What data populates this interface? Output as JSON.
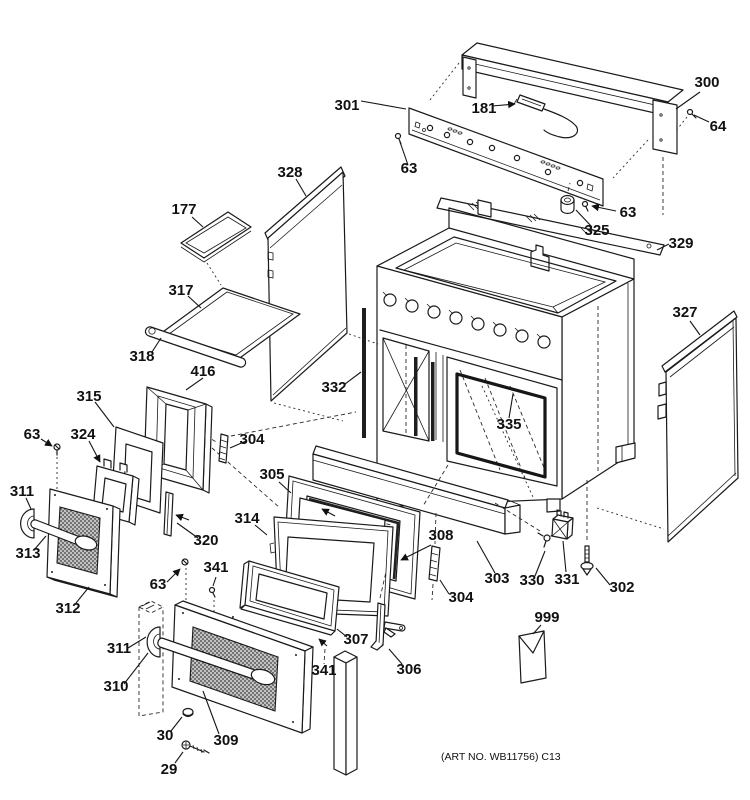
{
  "footer": {
    "text": "(ART NO. WB11756) C13"
  },
  "diagram": {
    "labels": [
      {
        "id": "300",
        "text": "300"
      },
      {
        "id": "301",
        "text": "301"
      },
      {
        "id": "181",
        "text": "181"
      },
      {
        "id": "64",
        "text": "64"
      },
      {
        "id": "63a",
        "text": "63"
      },
      {
        "id": "328",
        "text": "328"
      },
      {
        "id": "177",
        "text": "177"
      },
      {
        "id": "63b",
        "text": "63"
      },
      {
        "id": "325",
        "text": "325"
      },
      {
        "id": "329",
        "text": "329"
      },
      {
        "id": "317",
        "text": "317"
      },
      {
        "id": "318",
        "text": "318"
      },
      {
        "id": "416",
        "text": "416"
      },
      {
        "id": "332",
        "text": "332"
      },
      {
        "id": "315",
        "text": "315"
      },
      {
        "id": "335",
        "text": "335"
      },
      {
        "id": "63c",
        "text": "63"
      },
      {
        "id": "324",
        "text": "324"
      },
      {
        "id": "304a",
        "text": "304"
      },
      {
        "id": "305",
        "text": "305"
      },
      {
        "id": "311a",
        "text": "311"
      },
      {
        "id": "314",
        "text": "314"
      },
      {
        "id": "308",
        "text": "308"
      },
      {
        "id": "320",
        "text": "320"
      },
      {
        "id": "313",
        "text": "313"
      },
      {
        "id": "341a",
        "text": "341"
      },
      {
        "id": "303",
        "text": "303"
      },
      {
        "id": "330",
        "text": "330"
      },
      {
        "id": "331",
        "text": "331"
      },
      {
        "id": "63d",
        "text": "63"
      },
      {
        "id": "302",
        "text": "302"
      },
      {
        "id": "304b",
        "text": "304"
      },
      {
        "id": "312",
        "text": "312"
      },
      {
        "id": "999",
        "text": "999"
      },
      {
        "id": "307",
        "text": "307"
      },
      {
        "id": "311b",
        "text": "311"
      },
      {
        "id": "306",
        "text": "306"
      },
      {
        "id": "341b",
        "text": "341"
      },
      {
        "id": "310",
        "text": "310"
      },
      {
        "id": "327",
        "text": "327"
      },
      {
        "id": "30",
        "text": "30"
      },
      {
        "id": "309",
        "text": "309"
      },
      {
        "id": "29",
        "text": "29"
      }
    ]
  }
}
